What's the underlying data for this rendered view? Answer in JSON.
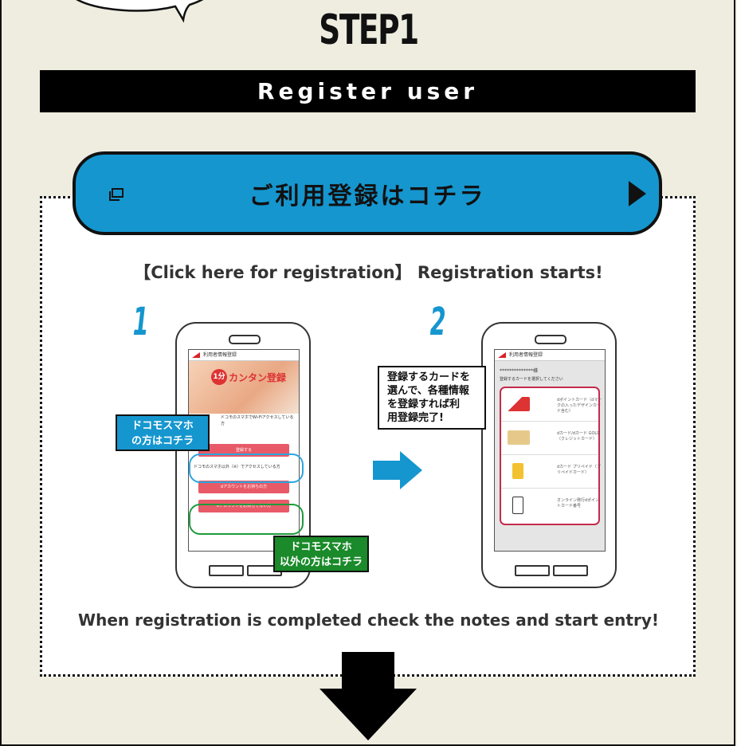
{
  "header": {
    "step_title": "STEP1",
    "bar_label": "Register user"
  },
  "register_button": {
    "label": "ご利用登録はコチラ",
    "icon": "external-window-icon",
    "arrow_icon": "play-triangle-icon"
  },
  "click_note": "【Click here for registration】 Registration starts!",
  "step_numbers": [
    "1",
    "2"
  ],
  "callouts": {
    "docomo_user": [
      "ドコモスマホ",
      "の方はコチラ"
    ],
    "non_docomo_user": [
      "ドコモスマホ",
      "以外の方はコチラ"
    ],
    "select_card": [
      "登録するカードを",
      "選んで、各種情報",
      "を登録すれば利",
      "用登録完了!"
    ]
  },
  "phone1": {
    "header": "利用者情報登録",
    "hero_badge": "1分",
    "hero_text": "カンタン登録",
    "line1": "ドコモのスマホでWi-Fiアクセスしている方",
    "button1": "登録する",
    "line2": "ドコモのスマホ以外（※）でアクセスしている方",
    "button2": "dアカウントをお持ちの方",
    "button3": "dアカウントをお持ちでない方"
  },
  "phone2": {
    "header": "利用者情報登録",
    "masked_name": "**************様",
    "instruction": "登録するカードを選択してください",
    "cards": [
      "dポイントカード（dマークの入ったデザインカード含む）",
      "dカード/dカード GOLD（クレジットカード）",
      "dカード プリペイド（プリペイドカード）",
      "オンライン発行dポイントカード番号"
    ]
  },
  "completed_note": "When registration is completed check the notes and start entry!",
  "colors": {
    "accent_blue": "#1596cf",
    "green": "#1a8a2a",
    "background": "#eeede0",
    "card_border": "#c42b4c"
  }
}
